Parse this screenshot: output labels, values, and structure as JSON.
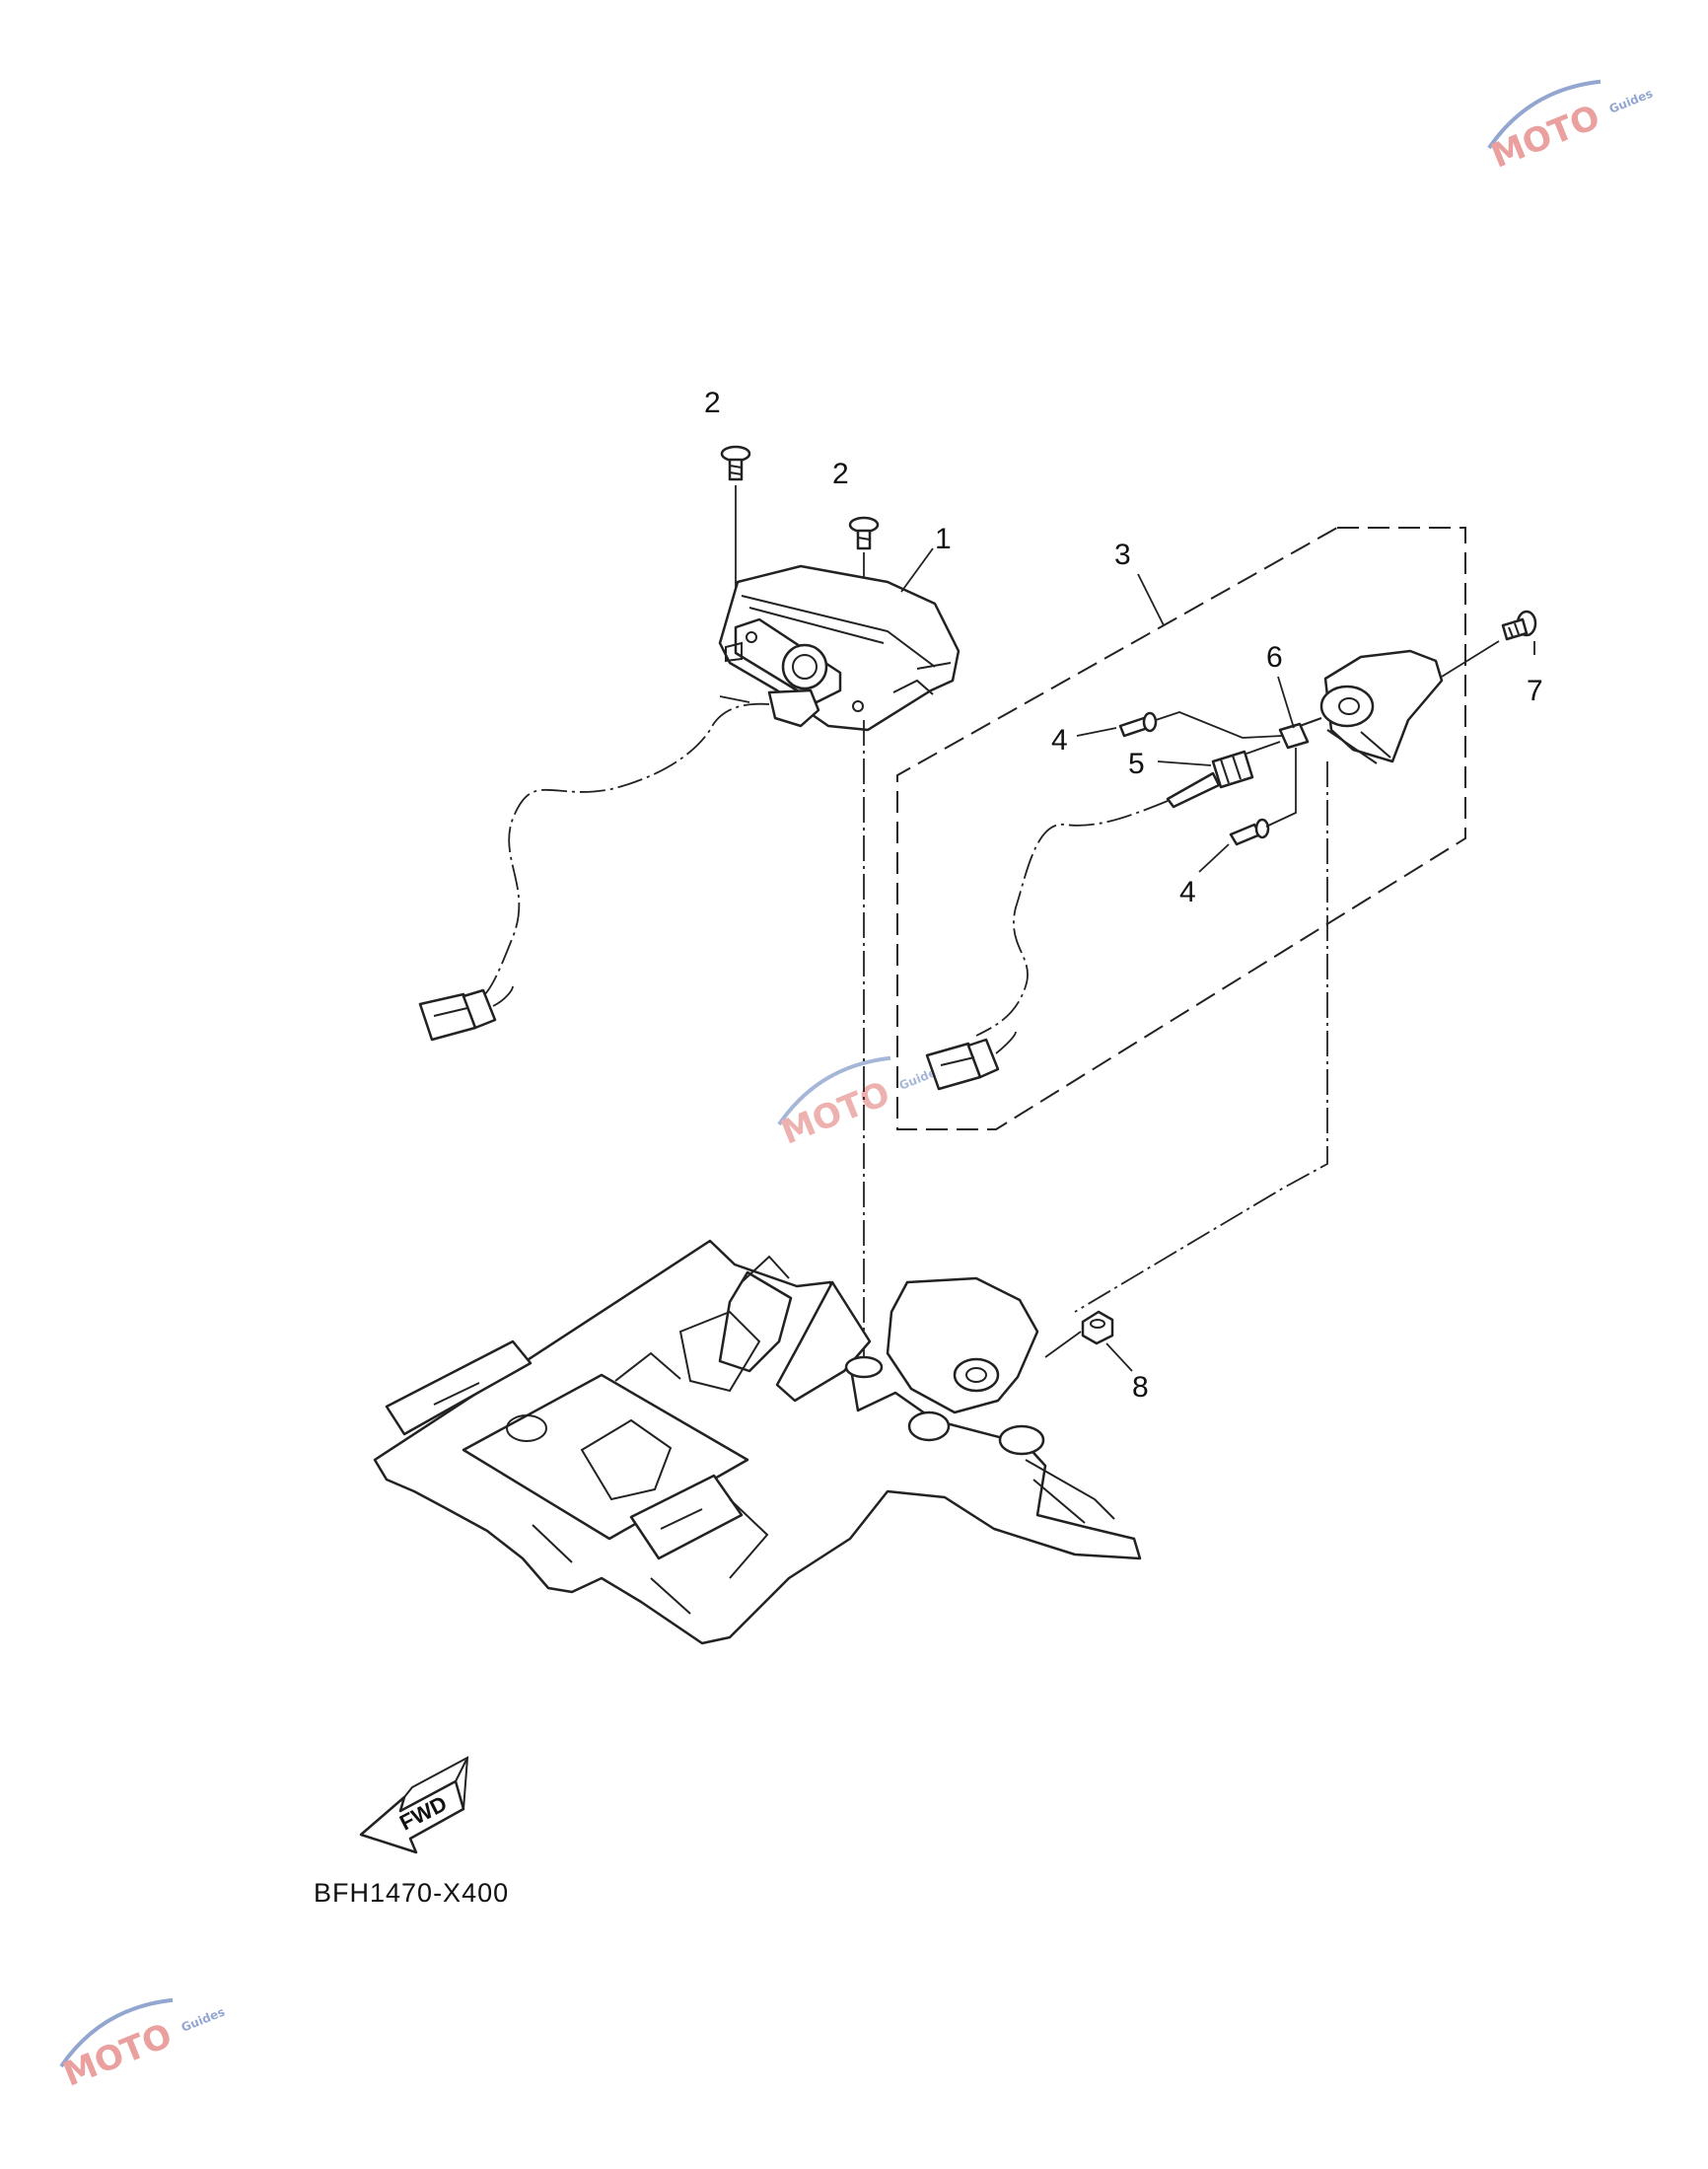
{
  "diagram": {
    "reference_code": "BFH1470-X400",
    "fwd_label": "FWD",
    "watermark_text": "MOTO",
    "watermark_subtext": "Guides",
    "callouts": [
      {
        "id": "c-2a",
        "label": "2"
      },
      {
        "id": "c-2b",
        "label": "2"
      },
      {
        "id": "c-1",
        "label": "1"
      },
      {
        "id": "c-3",
        "label": "3"
      },
      {
        "id": "c-6",
        "label": "6"
      },
      {
        "id": "c-7",
        "label": "7"
      },
      {
        "id": "c-4a",
        "label": "4"
      },
      {
        "id": "c-5",
        "label": "5"
      },
      {
        "id": "c-4b",
        "label": "4"
      },
      {
        "id": "c-8",
        "label": "8"
      }
    ],
    "colors": {
      "line": "#222222",
      "watermark_red": "#d9534f",
      "watermark_blue": "#3a5fa8"
    }
  }
}
